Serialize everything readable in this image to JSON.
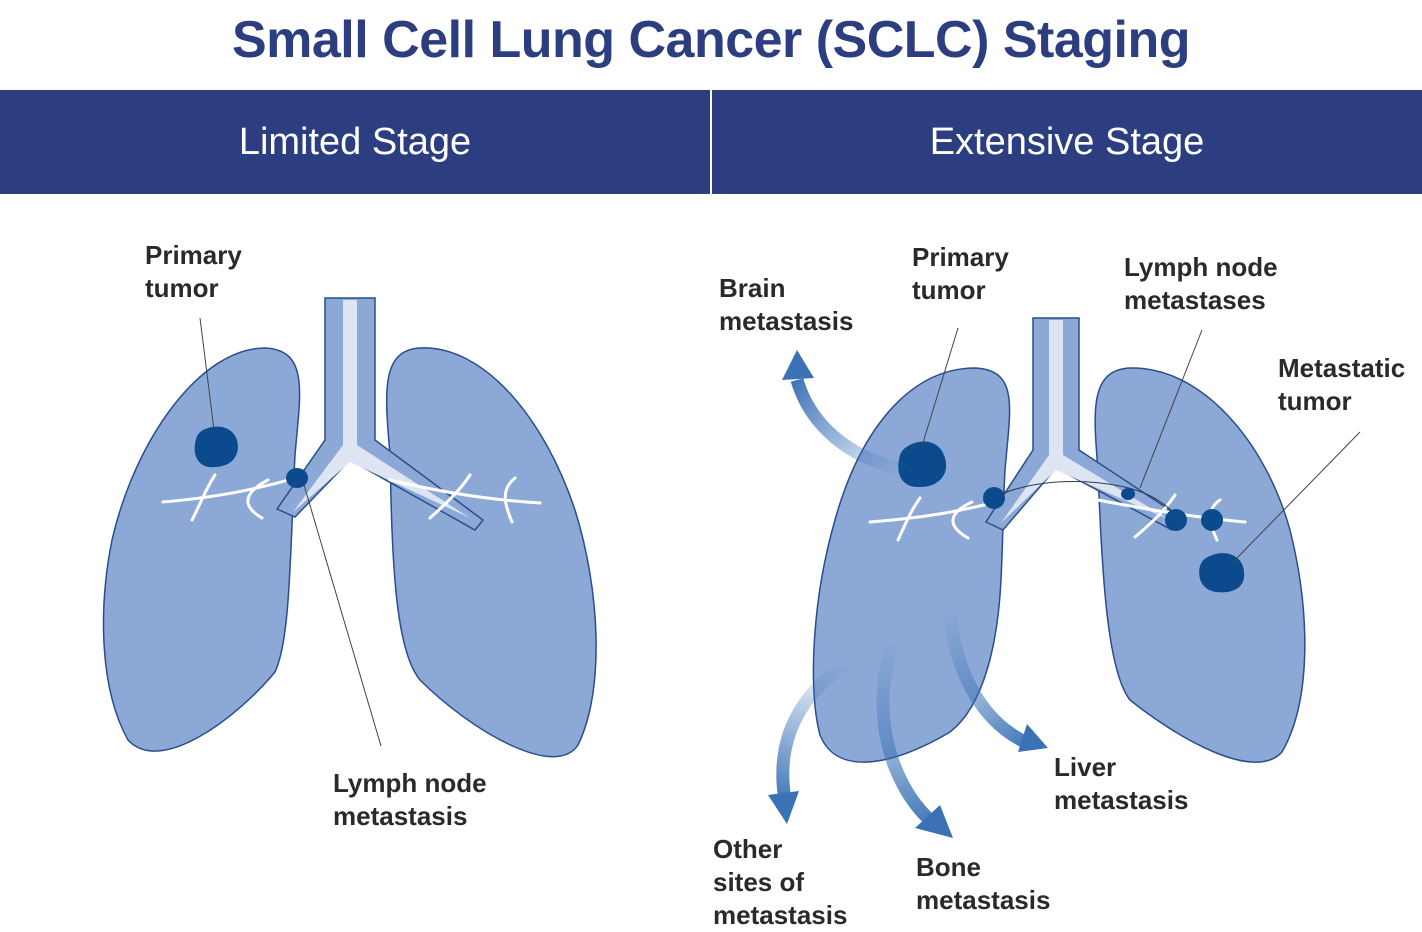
{
  "title": "Small Cell Lung Cancer (SCLC) Staging",
  "colors": {
    "header": "#2c3e80",
    "lung_fill": "#8ba8d6",
    "lung_stroke": "#2a4d8c",
    "airway": "#dde5f3",
    "tumor": "#0c4a8e",
    "arrow": "#3a72b5"
  },
  "limited": {
    "heading": "Limited Stage",
    "primary_tumor": "Primary\ntumor",
    "lymph_node": "Lymph node\nmetastasis"
  },
  "extensive": {
    "heading": "Extensive Stage",
    "brain": "Brain\nmetastasis",
    "primary_tumor": "Primary\ntumor",
    "lymph_nodes": "Lymph node\nmetastases",
    "metastatic_tumor": "Metastatic\ntumor",
    "liver": "Liver\nmetastasis",
    "bone": "Bone\nmetastasis",
    "other": "Other\nsites of\nmetastasis"
  }
}
